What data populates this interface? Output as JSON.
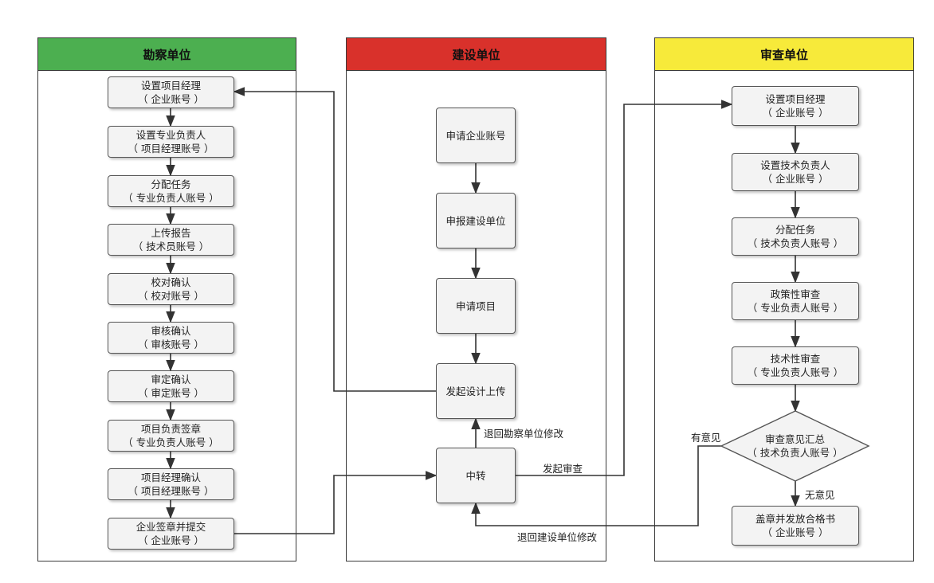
{
  "lanes": {
    "survey": {
      "title": "勘察单位",
      "color": "#4caf50"
    },
    "construction": {
      "title": "建设单位",
      "color": "#d9312b"
    },
    "review": {
      "title": "审查单位",
      "color": "#f7ea3a"
    }
  },
  "survey_nodes": [
    {
      "line1": "设置项目经理",
      "line2": "（ 企业账号 ）"
    },
    {
      "line1": "设置专业负责人",
      "line2": "（ 项目经理账号 ）"
    },
    {
      "line1": "分配任务",
      "line2": "（ 专业负责人账号 ）"
    },
    {
      "line1": "上传报告",
      "line2": "（ 技术员账号 ）"
    },
    {
      "line1": "校对确认",
      "line2": "（ 校对账号 ）"
    },
    {
      "line1": "审核确认",
      "line2": "（ 审核账号 ）"
    },
    {
      "line1": "审定确认",
      "line2": "（ 审定账号 ）"
    },
    {
      "line1": "项目负责签章",
      "line2": "（ 专业负责人账号 ）"
    },
    {
      "line1": "项目经理确认",
      "line2": "（ 项目经理账号 ）"
    },
    {
      "line1": "企业签章并提交",
      "line2": "（ 企业账号 ）"
    }
  ],
  "construction_nodes": [
    {
      "line1": "申请企业账号"
    },
    {
      "line1": "申报建设单位"
    },
    {
      "line1": "申请项目"
    },
    {
      "line1": "发起设计上传"
    },
    {
      "line1": "中转"
    }
  ],
  "review_nodes": [
    {
      "line1": "设置项目经理",
      "line2": "（ 企业账号 ）"
    },
    {
      "line1": "设置技术负责人",
      "line2": "（ 企业账号 ）"
    },
    {
      "line1": "分配任务",
      "line2": "（ 技术负责人账号 ）"
    },
    {
      "line1": "政策性审查",
      "line2": "（ 专业负责人账号 ）"
    },
    {
      "line1": "技术性审查",
      "line2": "（ 专业负责人账号 ）"
    },
    {
      "line1": "审查意见汇总",
      "line2": "（ 技术负责人账号 ）"
    },
    {
      "line1": "盖章并发放合格书",
      "line2": "（ 企业账号 ）"
    }
  ],
  "edge_labels": {
    "return_survey": "退回勘察单位修改",
    "start_review": "发起审查",
    "has_opinion": "有意见",
    "no_opinion": "无意见",
    "return_construction": "退回建设单位修改"
  }
}
